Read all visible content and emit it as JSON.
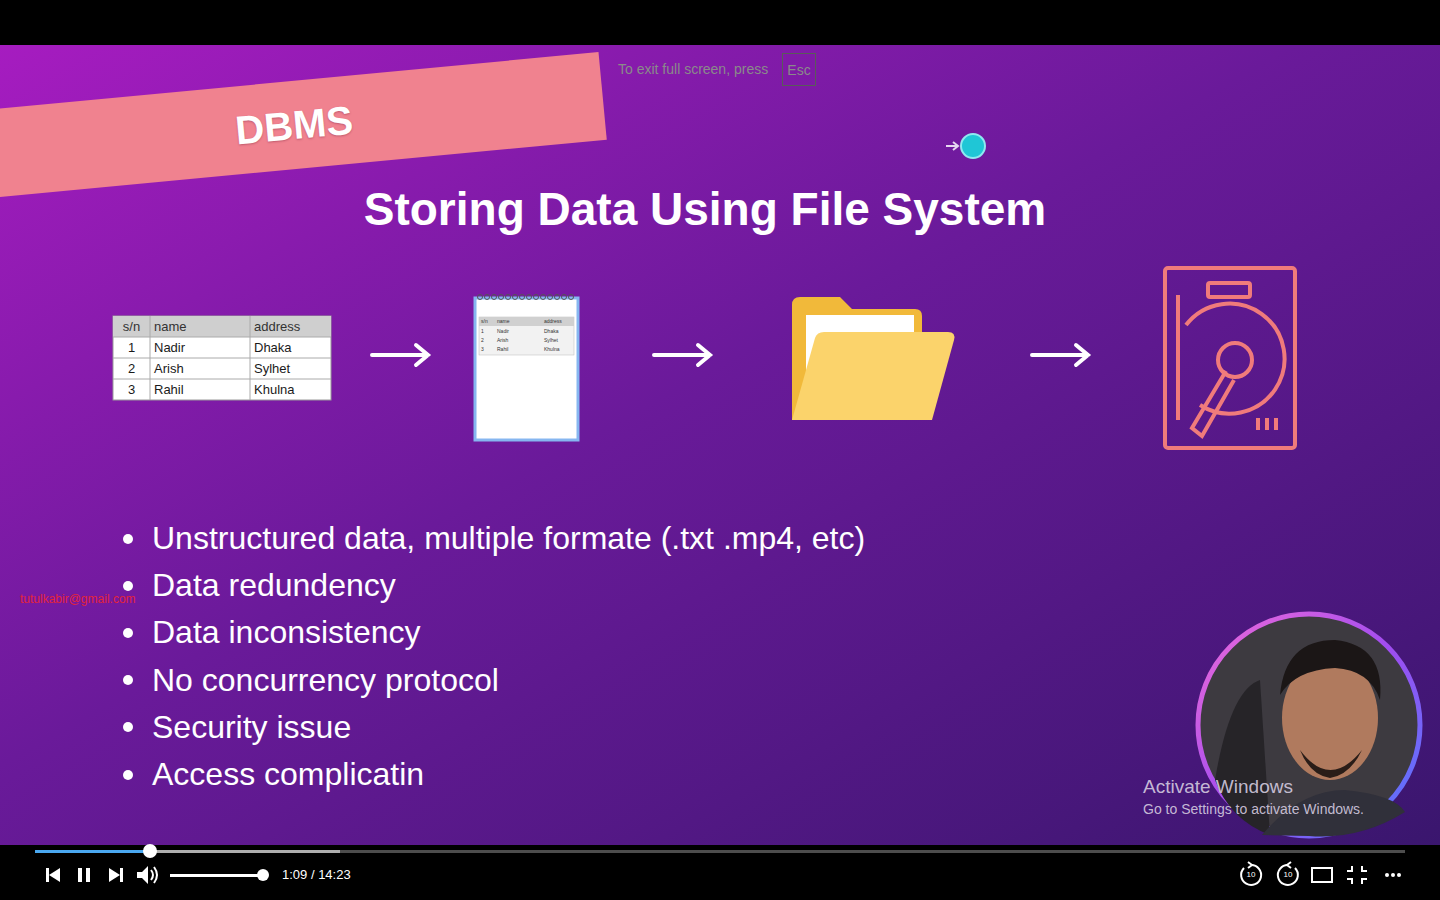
{
  "diagram": {
    "title": "Storing Data Using File System",
    "nodes": [
      {
        "text": [
          "DBMS"
        ]
      },
      {
        "text": [
          "Esc"
        ]
      }
    ],
    "labels": [
      "To exit full screen, press",
      "s/n",
      "name",
      "address",
      "1",
      "Nadir",
      "Dhaka",
      "2",
      "Arish",
      "Sylhet",
      "3",
      "Rahil",
      "Khulna",
      "s/n",
      "name",
      "address",
      "1",
      "Nadir",
      "Dhaka",
      "2",
      "Arish",
      "Sylhet",
      "3",
      "Rahil",
      "Khulna",
      "Unstructured data, multiple formate (.txt .mp4, etc)",
      "Data redundency",
      "Data inconsistency",
      "No concurrency protocol",
      "Security issue",
      "Access complicatin",
      "tutulkabir@gmail.com",
      "Activate Windows",
      "Go to Settings to activate Windows.",
      "1:09 / 14:23",
      "10",
      "10"
    ]
  }
}
